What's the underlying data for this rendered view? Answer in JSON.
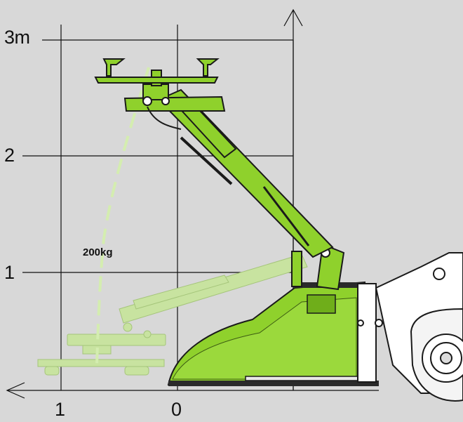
{
  "axes": {
    "y_labels": [
      "3m",
      "2",
      "1"
    ],
    "x_labels": [
      "1",
      "0"
    ]
  },
  "load_label": "200kg",
  "colors": {
    "background": "#d8d8d8",
    "machine_green": "#8fd12c",
    "machine_green_dark": "#6fae1a",
    "ghost_green": "#c8e3a0",
    "grid": "#111111"
  }
}
